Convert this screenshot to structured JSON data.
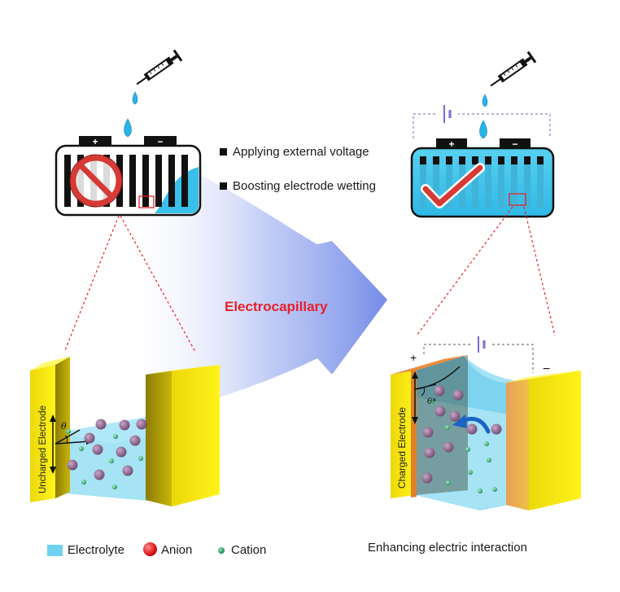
{
  "bullets": [
    "Applying external voltage",
    "Boosting electrode wetting"
  ],
  "center_label": "Electrocapillary",
  "left_electrode_label": "Uncharged Electrode",
  "right_electrode_label": "Charged Electrode",
  "theta_left": "θ",
  "theta_right": "θ*",
  "plus_sign": "+",
  "minus_sign": "−",
  "legend": {
    "electrolyte": "Electrolyte",
    "anion": "Anion",
    "cation": "Cation"
  },
  "caption_right": "Enhancing electric interaction",
  "colors": {
    "electrolyte": "#6fd3f0",
    "electrode_yellow": "#f4ee0a",
    "accent_red": "#e8202a",
    "arrow_blue": "#6d86e6",
    "anion": "#8a5a8a",
    "cation": "#2aa36a"
  }
}
